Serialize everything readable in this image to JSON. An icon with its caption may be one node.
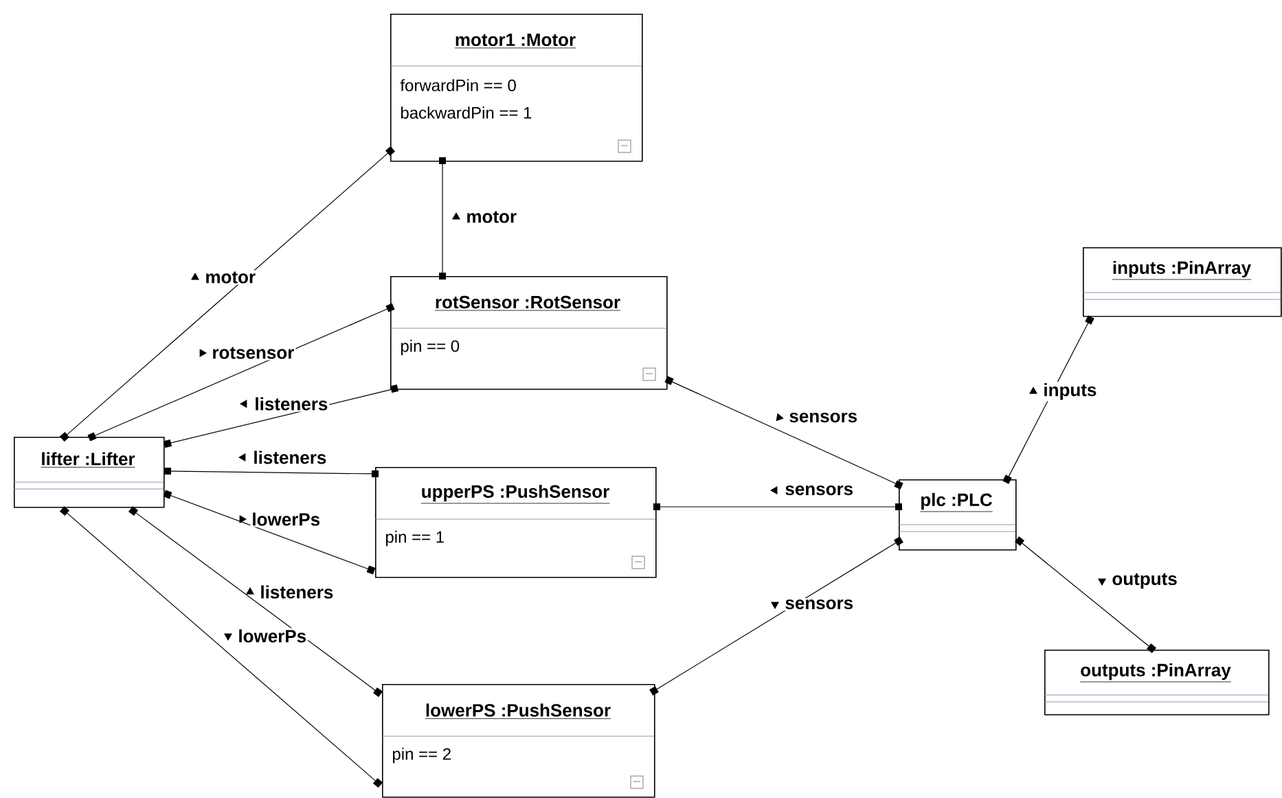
{
  "diagram": {
    "nodes": [
      {
        "text": [
          "motor1 :Motor",
          "forwardPin == 0",
          "backwardPin == 1"
        ]
      },
      {
        "text": [
          "rotSensor :RotSensor",
          "pin == 0"
        ]
      },
      {
        "text": [
          "lifter :Lifter"
        ]
      },
      {
        "text": [
          "upperPS :PushSensor",
          "pin == 1"
        ]
      },
      {
        "text": [
          "lowerPS :PushSensor",
          "pin == 2"
        ]
      },
      {
        "text": [
          "plc :PLC"
        ]
      },
      {
        "text": [
          "inputs :PinArray"
        ]
      },
      {
        "text": [
          "outputs :PinArray"
        ]
      }
    ],
    "edges": [
      {
        "from": 2,
        "to": 0,
        "arrow": "other",
        "label": "motor"
      },
      {
        "from": 2,
        "to": 1,
        "arrow": "other",
        "label": "rotsensor"
      },
      {
        "from": 2,
        "to": 1,
        "arrow": "other",
        "label": "listeners"
      },
      {
        "from": 2,
        "to": 3,
        "arrow": "other",
        "label": "listeners"
      },
      {
        "from": 2,
        "to": 3,
        "arrow": "other",
        "label": "lowerPs"
      },
      {
        "from": 2,
        "to": 4,
        "arrow": "other",
        "label": "listeners"
      },
      {
        "from": 2,
        "to": 4,
        "arrow": "other",
        "label": "lowerPs"
      },
      {
        "from": 0,
        "to": 1,
        "arrow": "other",
        "label": "motor"
      },
      {
        "from": 1,
        "to": 5,
        "arrow": "other",
        "label": "sensors"
      },
      {
        "from": 3,
        "to": 5,
        "arrow": "other",
        "label": "sensors"
      },
      {
        "from": 4,
        "to": 5,
        "arrow": "other",
        "label": "sensors"
      },
      {
        "from": 5,
        "to": 6,
        "arrow": "other",
        "label": "inputs"
      },
      {
        "from": 5,
        "to": 7,
        "arrow": "other",
        "label": "outputs"
      }
    ]
  }
}
